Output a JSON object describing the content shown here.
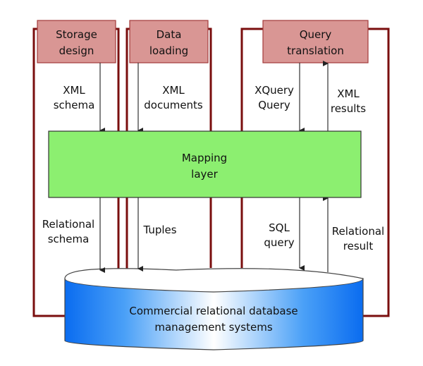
{
  "diagram": {
    "top_boxes": [
      {
        "id": "storage",
        "lines": [
          "Storage",
          "design"
        ]
      },
      {
        "id": "loading",
        "lines": [
          "Data",
          "loading"
        ]
      },
      {
        "id": "query",
        "lines": [
          "Query",
          "translation"
        ]
      }
    ],
    "mapping_layer": {
      "lines": [
        "Mapping",
        "layer"
      ]
    },
    "database": {
      "lines": [
        "Commercial relational database",
        "management systems"
      ]
    },
    "edge_labels": {
      "xml_schema": [
        "XML",
        "schema"
      ],
      "xml_documents": [
        "XML",
        "documents"
      ],
      "xquery_query": [
        "XQuery",
        "Query"
      ],
      "xml_results": [
        "XML",
        "results"
      ],
      "relational_schema": [
        "Relational",
        "schema"
      ],
      "tuples": [
        "Tuples"
      ],
      "sql_query": [
        "SQL",
        "query"
      ],
      "relational_result": [
        "Relational",
        "result"
      ]
    },
    "colors": {
      "box_fill": "#d99694",
      "box_stroke": "#a33a3a",
      "frame_stroke": "#7a0e0e",
      "mapping_fill": "#8cef70",
      "db_dark": "#0a6cf0",
      "db_light": "#ffffff",
      "arrow": "#333333"
    }
  }
}
